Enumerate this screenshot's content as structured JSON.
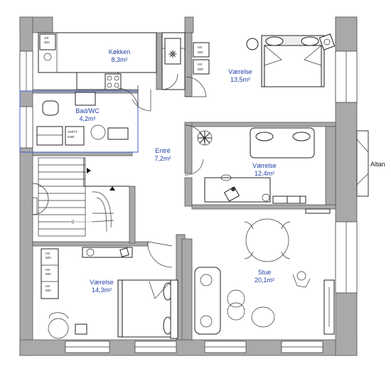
{
  "rooms": [
    {
      "id": "kitchen",
      "name": "Køkken",
      "area": "8,3m²"
    },
    {
      "id": "bath",
      "name": "Bad/WC",
      "area": "4,2m²"
    },
    {
      "id": "entry",
      "name": "Entré",
      "area": "7,2m²"
    },
    {
      "id": "bedroom1",
      "name": "Værelse",
      "area": "13,5m²"
    },
    {
      "id": "bedroom2",
      "name": "Værelse",
      "area": "12,4m²"
    },
    {
      "id": "bedroom3",
      "name": "Værelse",
      "area": "14,3m²"
    },
    {
      "id": "living",
      "name": "Stue",
      "area": "20,1m²"
    }
  ],
  "balcony_label": "Altan",
  "appliances": {
    "kitchen_op": [
      "OP",
      "450"
    ],
    "kitchen_hs": [
      "HS",
      "600"
    ],
    "bath_vm_tt": [
      "VM/TT",
      "Dæk"
    ],
    "bedroom_hs": [
      "HS",
      "600"
    ]
  },
  "colors": {
    "wall": "#a9a9a9",
    "label": "#1f3fa6",
    "bath_outline": "#3a5fcd"
  }
}
